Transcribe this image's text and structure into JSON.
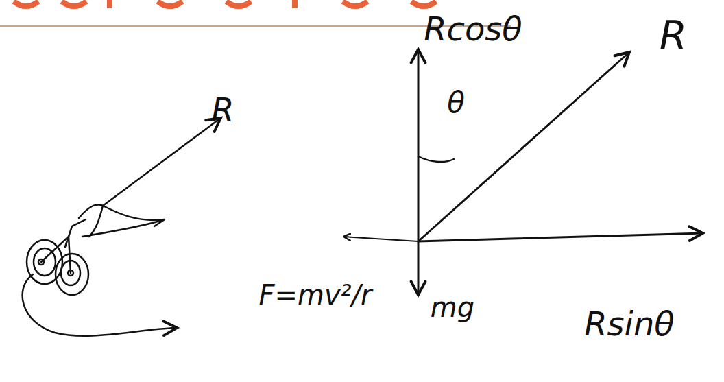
{
  "diagram": {
    "labels": [
      "R",
      "Rcosθ",
      "R",
      "θ",
      "F=mv²/r",
      "mg",
      "Rsinθ"
    ]
  }
}
